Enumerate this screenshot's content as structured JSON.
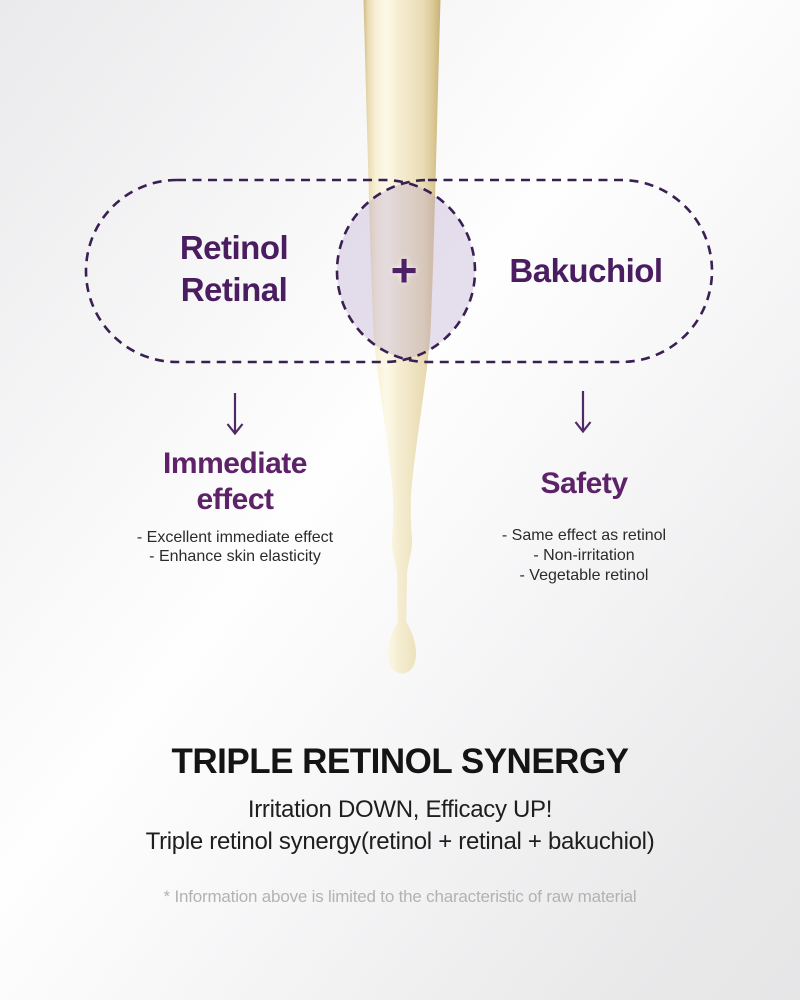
{
  "diagram": {
    "left_label_lines": [
      "Retinol",
      "Retinal"
    ],
    "plus_sign": "+",
    "right_label": "Bakuchiol"
  },
  "sections": {
    "left": {
      "heading_lines": [
        "Immediate",
        "effect"
      ],
      "bullets": [
        "- Excellent immediate effect",
        "- Enhance skin elasticity"
      ]
    },
    "right": {
      "heading": "Safety",
      "bullets": [
        "- Same effect as retinol",
        "- Non-irritation",
        "- Vegetable retinol"
      ]
    }
  },
  "footer": {
    "title": "TRIPLE RETINOL SYNERGY",
    "tagline": "Irritation DOWN, Efficacy UP!",
    "description": "Triple retinol synergy(retinol + retinal + bakuchiol)",
    "disclaimer": "* Information above is limited to the characteristic of raw material"
  },
  "colors": {
    "accent_purple": "#4a1c60",
    "heading_purple": "#5d2268",
    "dashed_outline": "#3a2052",
    "liquid_cream": "#f3ead0",
    "overlap_lavender": "#b5a0cb",
    "disclaimer_gray": "#b2b2b2",
    "title_black": "#141414"
  }
}
